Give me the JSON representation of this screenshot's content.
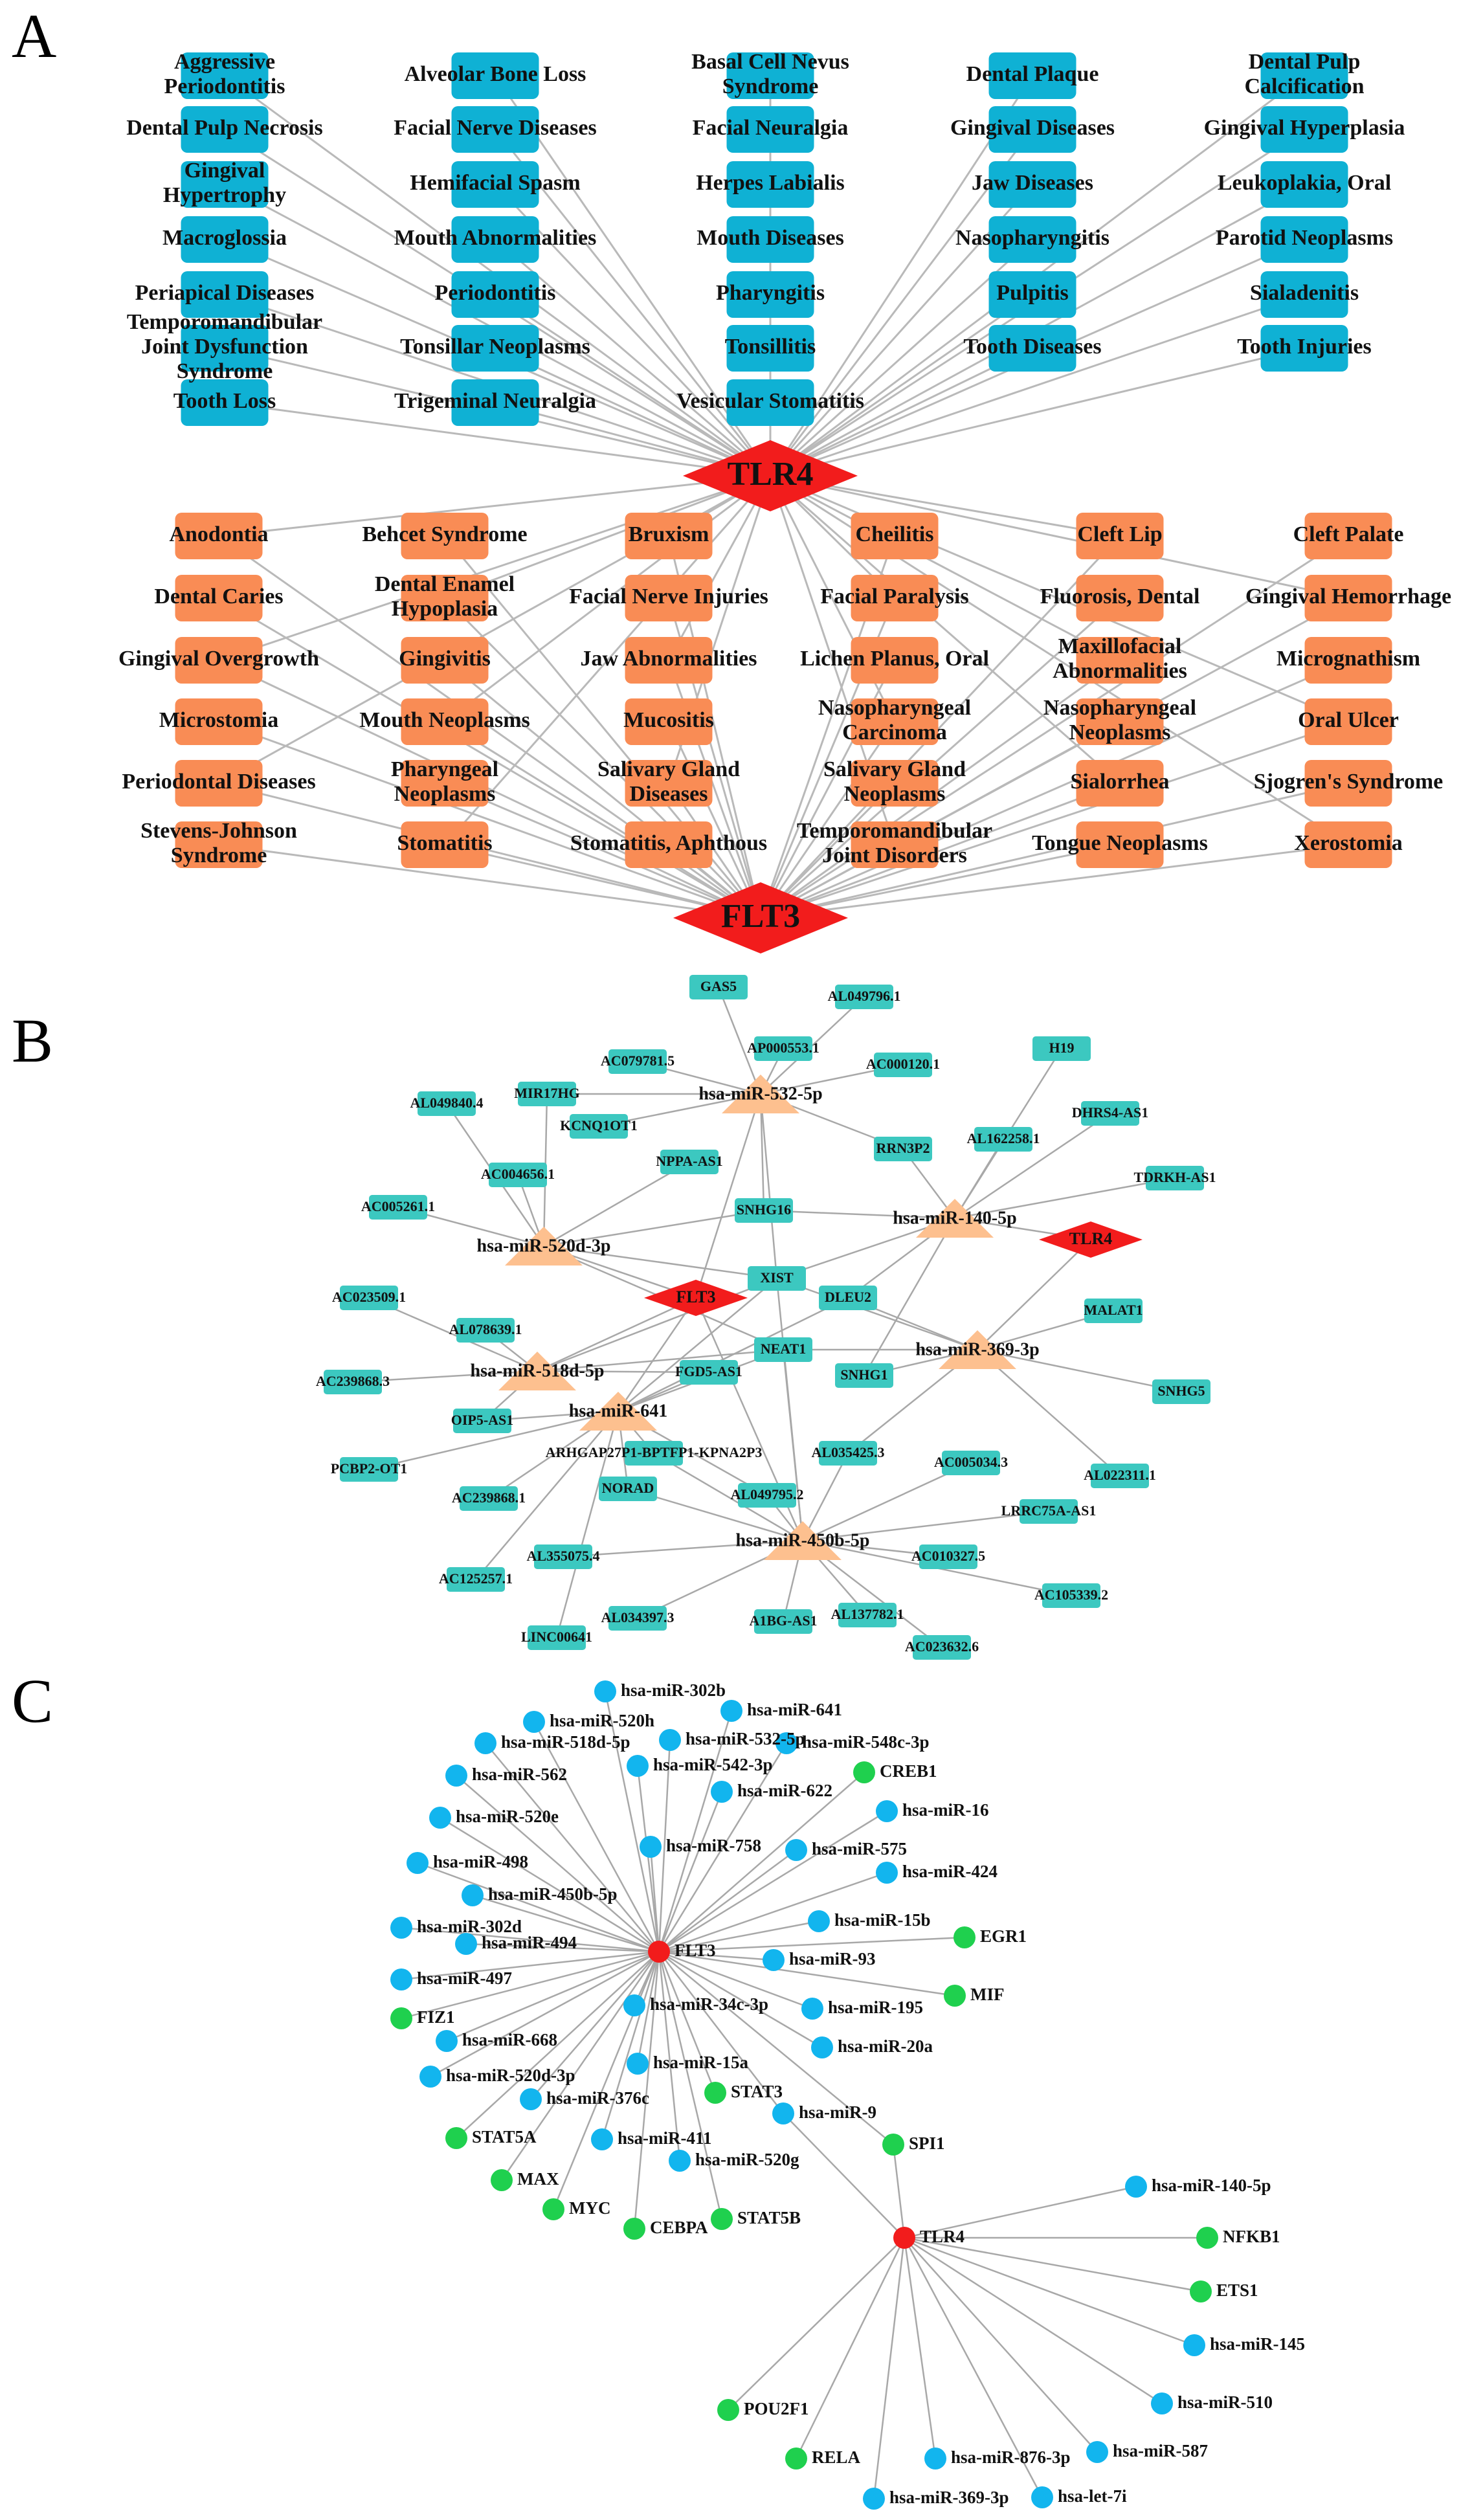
{
  "panels": {
    "A": {
      "letter": "A",
      "hubs": [
        "TLR4",
        "FLT3"
      ],
      "tlr4_diseases": [
        "Aggressive Periodontitis",
        "Alveolar Bone Loss",
        "Basal Cell Nevus Syndrome",
        "Dental Plaque",
        "Dental Pulp Calcification",
        "Dental Pulp Necrosis",
        "Facial Nerve Diseases",
        "Facial Neuralgia",
        "Gingival Diseases",
        "Gingival Hyperplasia",
        "Gingival Hypertrophy",
        "Hemifacial Spasm",
        "Herpes Labialis",
        "Jaw Diseases",
        "Leukoplakia, Oral",
        "Macroglossia",
        "Mouth Abnormalities",
        "Mouth Diseases",
        "Nasopharyngitis",
        "Parotid Neoplasms",
        "Periapical Diseases",
        "Periodontitis",
        "Pharyngitis",
        "Pulpitis",
        "Sialadenitis",
        "Temporomandibular Joint Dysfunction Syndrome",
        "Tonsillar Neoplasms",
        "Tonsillitis",
        "Tooth Diseases",
        "Tooth Injuries",
        "Tooth Loss",
        "Trigeminal Neuralgia",
        "Vesicular Stomatitis"
      ],
      "flt3_diseases": [
        "Anodontia",
        "Behcet Syndrome",
        "Bruxism",
        "Cheilitis",
        "Cleft Lip",
        "Cleft Palate",
        "Dental Caries",
        "Dental Enamel Hypoplasia",
        "Facial Nerve Injuries",
        "Facial Paralysis",
        "Fluorosis, Dental",
        "Gingival Hemorrhage",
        "Gingival Overgrowth",
        "Gingivitis",
        "Jaw Abnormalities",
        "Lichen Planus, Oral",
        "Maxillofacial Abnormalities",
        "Micrognathism",
        "Microstomia",
        "Mouth Neoplasms",
        "Mucositis",
        "Nasopharyngeal Carcinoma",
        "Nasopharyngeal Neoplasms",
        "Oral Ulcer",
        "Periodontal Diseases",
        "Pharyngeal Neoplasms",
        "Salivary Gland Diseases",
        "Salivary Gland Neoplasms",
        "Sialorrhea",
        "Sjogren's Syndrome",
        "Stevens-Johnson Syndrome",
        "Stomatitis",
        "Stomatitis, Aphthous",
        "Temporomandibular Joint Disorders",
        "Tongue Neoplasms",
        "Xerostomia"
      ]
    },
    "B": {
      "letter": "B",
      "genes": [
        "TLR4",
        "FLT3"
      ],
      "mirnas": [
        "hsa-miR-532-5p",
        "hsa-miR-520d-3p",
        "hsa-miR-140-5p",
        "hsa-miR-518d-5p",
        "hsa-miR-369-3p",
        "hsa-miR-641",
        "hsa-miR-450b-5p"
      ],
      "lncrnas": [
        "GAS5",
        "AL049796.1",
        "AC079781.5",
        "AP000553.1",
        "AC000120.1",
        "MIR17HG",
        "AL049840.4",
        "KCNQ1OT1",
        "H19",
        "RRN3P2",
        "AL162258.1",
        "DHRS4-AS1",
        "NPPA-AS1",
        "AC004656.1",
        "AC005261.1",
        "SNHG16",
        "TDRKH-AS1",
        "XIST",
        "DLEU2",
        "AC023509.1",
        "AL078639.1",
        "MALAT1",
        "NEAT1",
        "FGD5-AS1",
        "SNHG1",
        "AC239868.3",
        "SNHG5",
        "OIP5-AS1",
        "ARHGAP27P1-BPTFP1-KPNA2P3",
        "AL035425.3",
        "PCBP2-OT1",
        "AC005034.3",
        "AL022311.1",
        "NORAD",
        "AL049795.2",
        "AC239868.1",
        "LRRC75A-AS1",
        "AL355075.4",
        "AC010327.5",
        "AC125257.1",
        "AC105339.2",
        "AL034397.3",
        "LINC00641",
        "A1BG-AS1",
        "AL137782.1",
        "AC023632.6"
      ]
    },
    "C": {
      "letter": "C",
      "genes": [
        "FLT3",
        "TLR4"
      ],
      "flt3_mirnas": [
        "hsa-miR-302b",
        "hsa-miR-641",
        "hsa-miR-520h",
        "hsa-miR-532-5p",
        "hsa-miR-548c-3p",
        "hsa-miR-518d-5p",
        "hsa-miR-542-3p",
        "hsa-miR-562",
        "hsa-miR-622",
        "hsa-miR-520e",
        "hsa-miR-16",
        "hsa-miR-758",
        "hsa-miR-575",
        "hsa-miR-498",
        "hsa-miR-424",
        "hsa-miR-450b-5p",
        "hsa-miR-302d",
        "hsa-miR-15b",
        "hsa-miR-494",
        "hsa-miR-93",
        "hsa-miR-497",
        "hsa-miR-195",
        "hsa-miR-668",
        "hsa-miR-34c-3p",
        "hsa-miR-20a",
        "hsa-miR-520d-3p",
        "hsa-miR-15a",
        "hsa-miR-376c",
        "hsa-miR-9",
        "hsa-miR-411",
        "hsa-miR-520g"
      ],
      "flt3_tfs": [
        "CREB1",
        "EGR1",
        "MIF",
        "FIZ1",
        "STAT3",
        "STAT5A",
        "SPI1",
        "MAX",
        "MYC",
        "CEBPA",
        "STAT5B"
      ],
      "tlr4_mirnas": [
        "hsa-miR-140-5p",
        "hsa-miR-145",
        "hsa-miR-510",
        "hsa-miR-876-3p",
        "hsa-miR-587",
        "hsa-miR-369-3p",
        "hsa-let-7i"
      ],
      "tlr4_tfs": [
        "NFKB1",
        "ETS1",
        "POU2F1",
        "RELA"
      ]
    }
  },
  "colors": {
    "hub": "#f21c1c",
    "tlr4_disease_box": "#0fb1d4",
    "flt3_disease_box": "#f98c55",
    "mirna_triangle": "#fdc08f",
    "lncrna_box": "#3cc8c0",
    "mirna_circle": "#12b5ee",
    "tf_circle": "#1fd04e",
    "edge": "#b9b9b9"
  }
}
